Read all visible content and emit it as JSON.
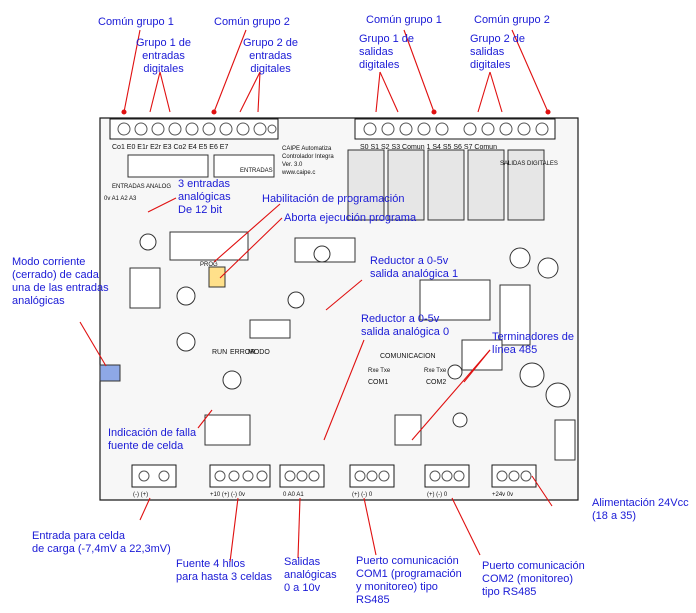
{
  "colors": {
    "label_text": "#1a1ad6",
    "arrow": "#e01010",
    "board_line": "#1a1a1a",
    "board_gray": "#c8c8c8",
    "mode_switch": "#8ea8e6"
  },
  "labels": {
    "comun_g1_in": "Común grupo 1",
    "grupo1_entradas": "Grupo 1 de\nentradas\ndigitales",
    "comun_g2_in": "Común grupo 2",
    "grupo2_entradas": "Grupo 2 de\nentradas\ndigitales",
    "comun_g1_out": "Común grupo 1",
    "grupo1_salidas": "Grupo 1 de\nsalidas\ndigitales",
    "comun_g2_out": "Común grupo 2",
    "grupo2_salidas": "Grupo 2 de\nsalidas\ndigitales",
    "entradas_analogicas": "3 entradas\nanalógicas\nDe 12 bit",
    "habilitacion": "Habilitación de programación",
    "aborta": "Aborta ejecución programa",
    "reductor1": "Reductor a 0-5v\nsalida analógica 1",
    "modo_corriente": "Modo corriente\n(cerrado) de cada\nuna de las entradas\nanalógicas",
    "reductor0": "Reductor a 0-5v\nsalida analógica 0",
    "terminadores": "Terminadores de\nlínea 485",
    "indicacion_falla": "Indicación de falla\nfuente de celda",
    "alimentacion": "Alimentación 24Vcc\n(18 a 35)",
    "entrada_celda": "Entrada para celda\nde carga (-7,4mV a 22,3mV)",
    "fuente_4hilos": "Fuente 4 hilos\npara hasta 3 celdas",
    "salidas_analogicas": "Salidas\nanalógicas\n0 a 10v",
    "puerto_com1": "Puerto comunicación\nCOM1 (programación\ny monitoreo) tipo\nRS485",
    "puerto_com2": "Puerto comunicación\nCOM2 (monitoreo)\ntipo RS485"
  },
  "board_text": {
    "in_pins": [
      "Co1",
      "E0",
      "E1r",
      "E2r",
      "E3",
      "Co2",
      "E4",
      "E5",
      "E6",
      "E7"
    ],
    "out_pins": [
      "S0",
      "S1",
      "S2",
      "S3",
      "Comun 1",
      "S4",
      "S5",
      "S6",
      "S7",
      "Comun"
    ],
    "entradas": "ENTRADAS",
    "entradas_analog": "ENTRADAS ANALOG",
    "analog_pins": [
      "0v",
      "A1",
      "A2",
      "A3"
    ],
    "salidas_digitales": "SALIDAS DIGITALES",
    "logo_line1": "CAIPE Automatiza",
    "logo_line2": "Controlador Integra",
    "logo_line3": "Ver. 3.0",
    "logo_line4": "www.caipe.c",
    "prog": "PROG",
    "run": "RUN",
    "error": "ERROR",
    "modo": "MODO",
    "comunicacion": "COMUNICACION",
    "rxe_txe_1": "Rxe  Txe",
    "rxe_txe_2": "Rxe  Txe",
    "com1": "COM1",
    "com2": "COM2",
    "terminals_celda": "(-)  (+)",
    "terminals_fuente": "+10  (+)  (-)  0v",
    "terminals_salidas": "0   A0  A1",
    "terminals_com1": "(+)  (-)   0",
    "terminals_com2": "(+)  (-)   0",
    "terminals_alim": "+24v 0v"
  }
}
